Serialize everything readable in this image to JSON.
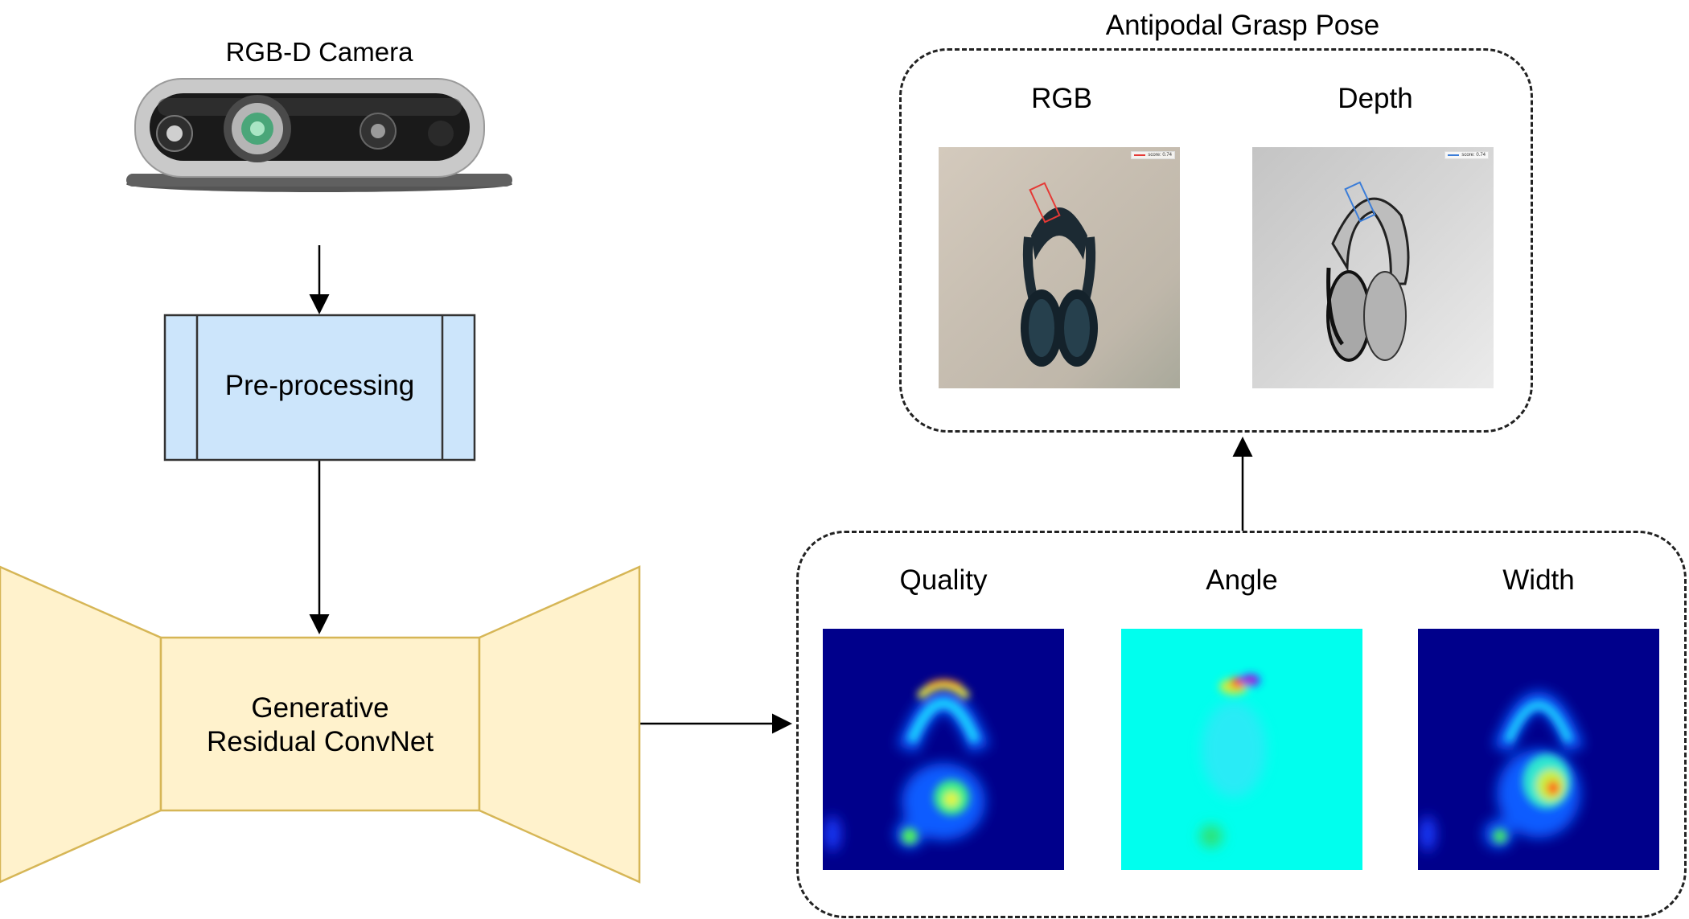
{
  "camera": {
    "label": "RGB-D Camera"
  },
  "preprocessing": {
    "label": "Pre-processing"
  },
  "network": {
    "line1": "Generative",
    "line2": "Residual ConvNet"
  },
  "output_maps": {
    "quality": "Quality",
    "angle": "Angle",
    "width": "Width"
  },
  "grasp_pose": {
    "title": "Antipodal Grasp Pose",
    "rgb": "RGB",
    "depth": "Depth",
    "rgb_score": "score: 0.74",
    "depth_score": "score: 0.74"
  },
  "colors": {
    "preprocessing_fill": "#cce5fb",
    "network_fill": "#fff2cc",
    "network_stroke": "#d6b656",
    "heatmap_bg": "#00008b",
    "angle_bg": "#00ffee",
    "rgb_box": "#e53935",
    "depth_box": "#3b7dd8"
  }
}
